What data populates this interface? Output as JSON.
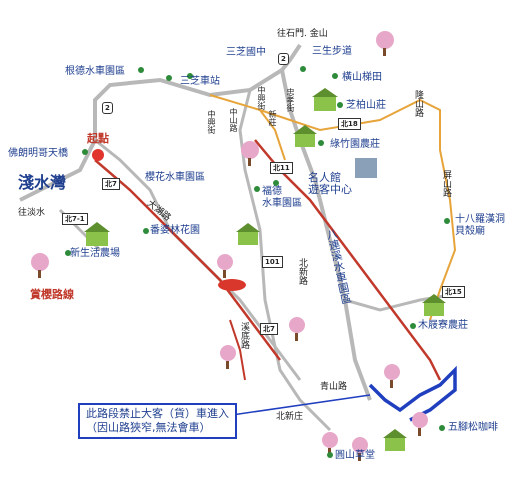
{
  "places": {
    "shimen_jinshan": "往石門. 金山",
    "sansheng_trail": "三生步道",
    "sanzhi_dist": "三芝國中",
    "gende_area": "根德水車園區",
    "sanzhi_station": "三芝車站",
    "hengshan_terrace": "橫山梯田",
    "zhibaishan": "芝柏山莊",
    "fernando_bridge": "佛朗明哥天橋",
    "start_point": "起點",
    "tamsui_bay": "淺水灣",
    "zhubaijiaoli": "綠竹園農莊",
    "to_tamsui": "往淡水",
    "mingren_center": "名人館\n遊客中心",
    "sakura_area": "櫻花水車園區",
    "fude_area": "福德\n水車園區",
    "eighteen_arhats": "十八羅漢洞\n貝殼廟",
    "fanpo_garden": "番婆林花園",
    "new_life_farm": "新生活農場",
    "sakura_route": "賞櫻路線",
    "mumu_farm": "木屐寮農莊",
    "wujiao_cafe": "五腳松咖啡",
    "yuanshan_hall": "圓山草堂",
    "beixinzhuang": "北新庄"
  },
  "roads": {
    "dahu": "大湖路",
    "zhongxing": "中興街",
    "zhongshan": "中山路",
    "zhongxing2": "中興街",
    "xinzhuang": "新莊",
    "zhongzheng": "忠孝街",
    "ba_lian": "八連溪水車園區",
    "beixin": "北新路",
    "longshan": "隆山路",
    "qingshan": "青山路",
    "xidi": "溪底路",
    "pingshan": "屏山路"
  },
  "shields": {
    "r2a": "2",
    "r2b": "2",
    "north7a": "北7",
    "north7b": "北7",
    "north7_1": "北7-1",
    "north11": "北11",
    "north18": "北18",
    "north15": "北15",
    "route101": "101"
  },
  "notice": {
    "line1": "此路段禁止大客（貨）車進入",
    "line2": "（因山路狹窄,無法會車）"
  },
  "colors": {
    "road_gray": "#b8b8b8",
    "route_red": "#c0392b",
    "route_orange": "#e7a43a",
    "route_blue": "#1f3fbf",
    "label_blue": "#1f3f8f"
  }
}
